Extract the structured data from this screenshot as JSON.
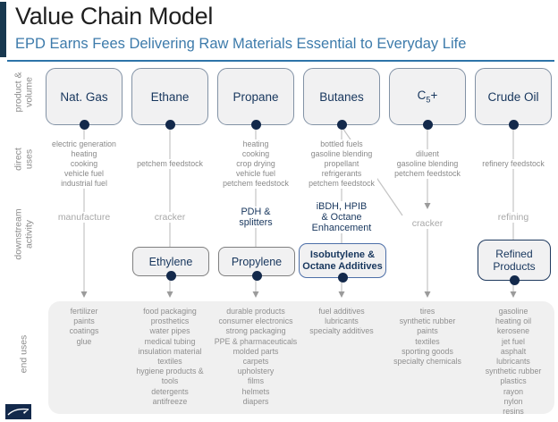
{
  "header": {
    "title": "Value Chain Model",
    "subtitle": "EPD Earns Fees Delivering Raw Materials Essential to Everyday Life"
  },
  "row_labels": {
    "product_volume": [
      "product &",
      "volume"
    ],
    "direct_uses": [
      "direct",
      "uses"
    ],
    "downstream_activity": [
      "downstream",
      "activity"
    ],
    "end_uses": [
      "end uses"
    ]
  },
  "columns": [
    {
      "product": "Nat. Gas",
      "direct_uses": [
        "electric generation",
        "heating",
        "cooking",
        "vehicle fuel",
        "industrial fuel"
      ],
      "activity": [
        "manufacture"
      ],
      "end_uses": [
        "fertilizer",
        "paints",
        "coatings",
        "glue"
      ]
    },
    {
      "product": "Ethane",
      "direct_uses": [
        "petchem feedstock"
      ],
      "activity": [
        "cracker"
      ],
      "intermediate": [
        "Ethylene"
      ],
      "end_uses": [
        "food packaging",
        "prosthetics",
        "water pipes",
        "medical tubing",
        "insulation material",
        "textiles",
        "hygiene products & tools",
        "detergents",
        "antifreeze"
      ]
    },
    {
      "product": "Propane",
      "direct_uses": [
        "heating",
        "cooking",
        "crop drying",
        "vehicle fuel",
        "petchem feedstock"
      ],
      "activity": [
        "PDH &",
        "splitters"
      ],
      "intermediate": [
        "Propylene"
      ],
      "end_uses": [
        "durable products",
        "consumer electronics",
        "strong packaging",
        "PPE & pharmaceuticals",
        "molded parts",
        "carpets",
        "upholstery",
        "films",
        "helmets",
        "diapers"
      ]
    },
    {
      "product": "Butanes",
      "direct_uses": [
        "bottled fuels",
        "gasoline blending",
        "propellant",
        "refrigerants",
        "petchem feedstock"
      ],
      "activity": [
        "iBDH, HPIB",
        "& Octane",
        "Enhancement"
      ],
      "intermediate": [
        "Isobutylene &",
        "Octane Additives"
      ],
      "end_uses": [
        "fuel additives",
        "lubricants",
        "specialty additives"
      ]
    },
    {
      "product": "C5+",
      "product_parts": {
        "prefix": "C",
        "sub": "5",
        "suffix": "+"
      },
      "direct_uses": [
        "diluent",
        "gasoline blending",
        "petchem feedstock"
      ],
      "activity": [
        "cracker"
      ],
      "end_uses": [
        "tires",
        "synthetic rubber",
        "paints",
        "textiles",
        "sporting goods",
        "specialty chemicals"
      ]
    },
    {
      "product": "Crude Oil",
      "direct_uses": [
        "refinery feedstock"
      ],
      "activity": [
        "refining"
      ],
      "intermediate": [
        "Refined",
        "Products"
      ],
      "end_uses": [
        "gasoline",
        "heating oil",
        "kerosene",
        "jet fuel",
        "asphalt",
        "lubricants",
        "synthetic rubber",
        "plastics",
        "rayon",
        "nylon",
        "resins"
      ]
    }
  ],
  "colors": {
    "accent_bar": "#18384f",
    "subtitle_blue": "#3d7bab",
    "rule_blue": "#2d74a9",
    "navy": "#17365d",
    "dot_navy": "#13294b",
    "box_fill": "#f1f1f2",
    "box_border_slate": "#8292a5",
    "connector_gray": "#c4c4c4",
    "text_gray": "#8a8a8a",
    "panel_gray": "#f0f0f0"
  }
}
